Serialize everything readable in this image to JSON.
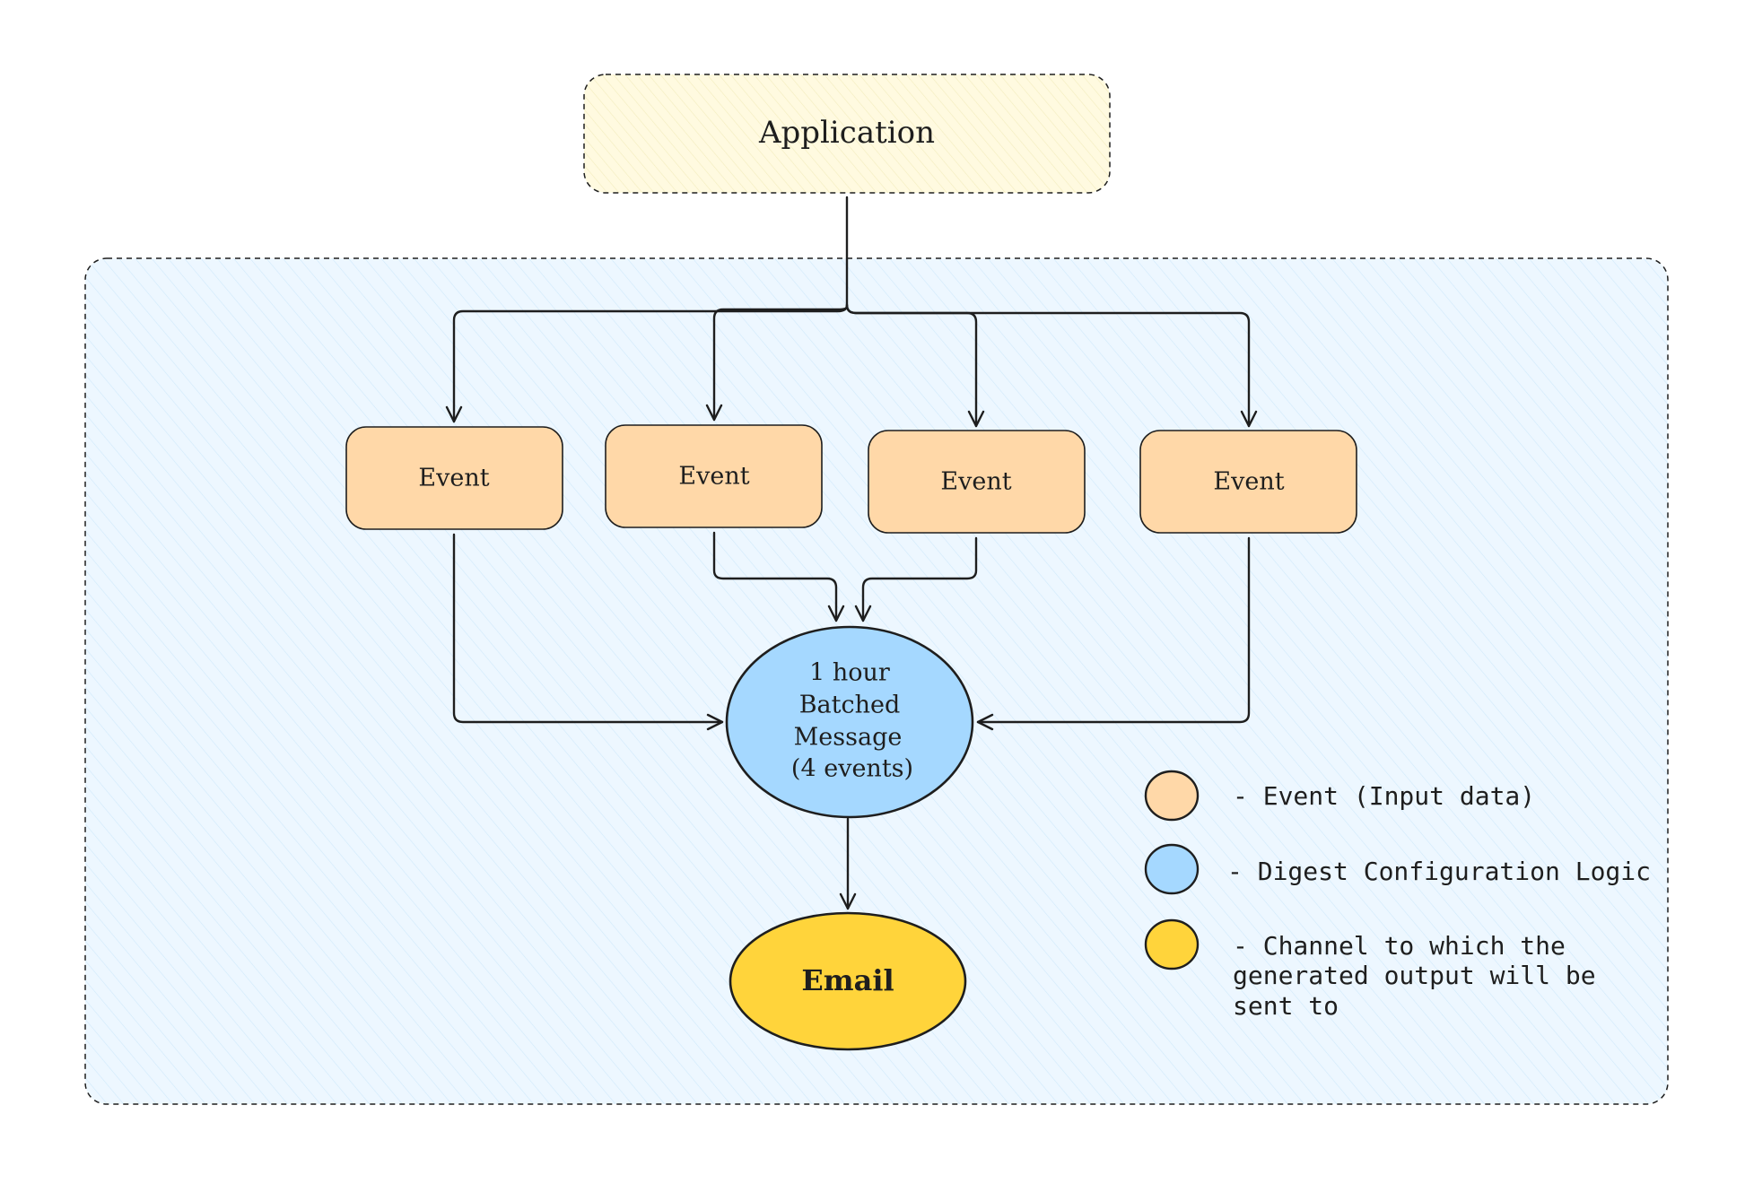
{
  "diagram": {
    "application": {
      "label": "Application"
    },
    "events": [
      {
        "label": "Event"
      },
      {
        "label": "Event"
      },
      {
        "label": "Event"
      },
      {
        "label": "Event"
      }
    ],
    "digest": {
      "lines": [
        "1 hour",
        "Batched",
        "Message",
        "(4 events)"
      ]
    },
    "email": {
      "label": "Email"
    }
  },
  "legend": {
    "items": [
      {
        "swatch_color": "#ffd8a8",
        "lines": [
          "- Event (Input data)"
        ]
      },
      {
        "swatch_color": "#a5d8ff",
        "lines": [
          "- Digest Configuration Logic"
        ]
      },
      {
        "swatch_color": "#ffd43b",
        "lines": [
          "- Channel to which the",
          "generated output will be",
          "sent to"
        ]
      }
    ]
  },
  "colors": {
    "application_fill": "#fff9db",
    "container_fill": "#e7f5ff",
    "event_fill": "#ffd8a8",
    "digest_fill": "#a5d8ff",
    "email_fill": "#ffd43b",
    "stroke": "#1e1e1e"
  }
}
